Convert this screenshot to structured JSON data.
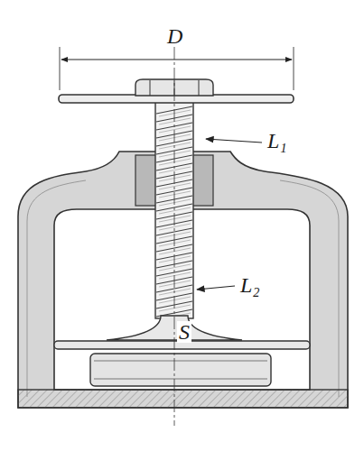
{
  "diagram": {
    "labels": [
      "D",
      "L₁",
      "L₂",
      "S"
    ]
  }
}
